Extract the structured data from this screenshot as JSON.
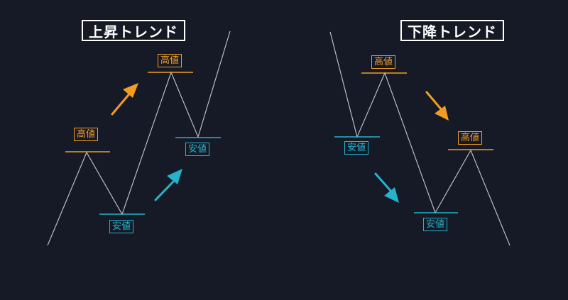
{
  "titles": {
    "uptrend": "上昇トレンド",
    "downtrend": "下降トレンド"
  },
  "labels": {
    "high": "高値",
    "low": "安値"
  },
  "colors": {
    "background": "#161a26",
    "high": "#f39c23",
    "low": "#25b3cc",
    "line": "#b9bcc4",
    "title": "#ffffff"
  }
}
